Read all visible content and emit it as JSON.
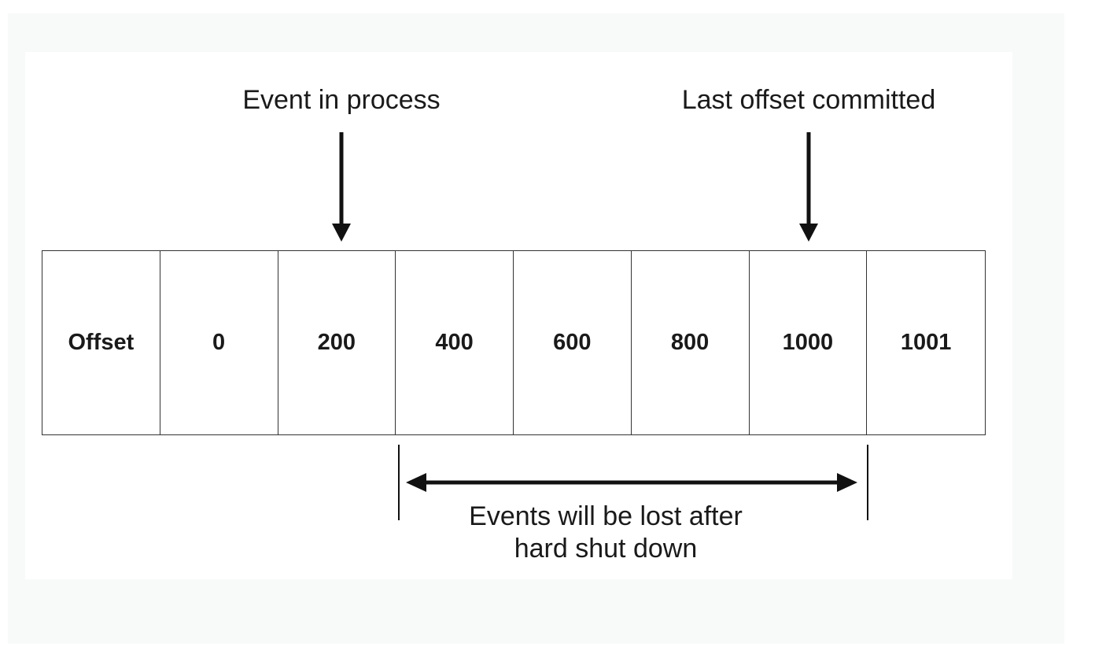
{
  "labels": {
    "event_in_process": "Event in process",
    "last_offset_committed": "Last offset committed",
    "lost_line1": "Events will be lost after",
    "lost_line2": "hard shut down"
  },
  "table": {
    "header": "Offset",
    "offsets": [
      "0",
      "200",
      "400",
      "600",
      "800",
      "1000",
      "1001"
    ]
  },
  "colors": {
    "ink": "#1a1a1a",
    "border": "#333333",
    "background": "#f8f9f9"
  }
}
